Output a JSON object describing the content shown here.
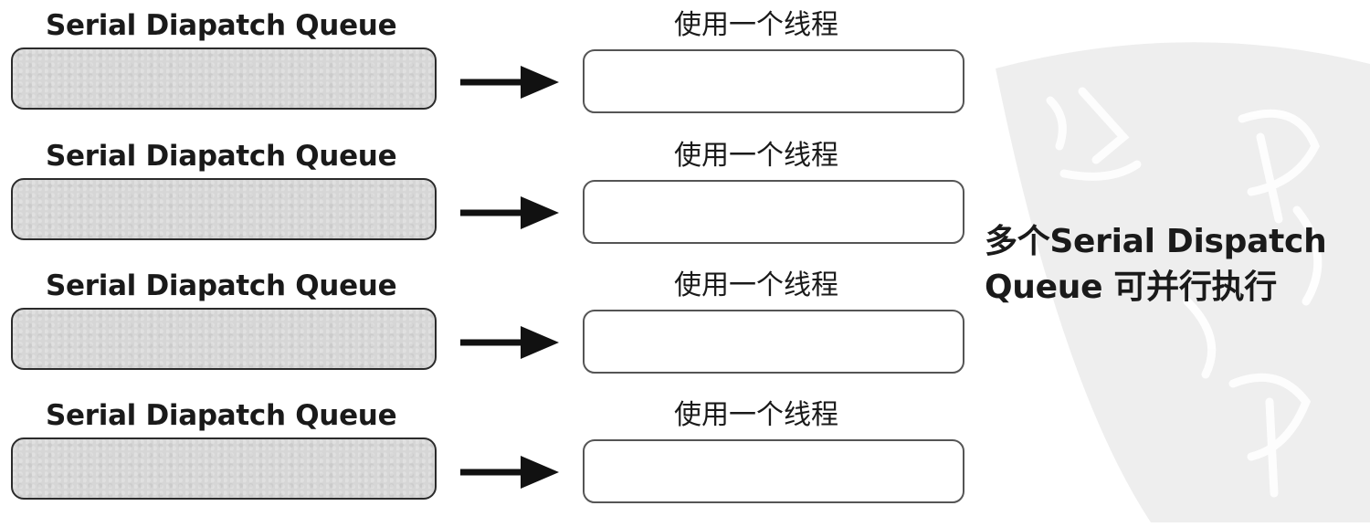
{
  "queues": [
    {
      "label": "Serial Diapatch Queue",
      "thread_label": "使用一个线程"
    },
    {
      "label": "Serial Diapatch Queue",
      "thread_label": "使用一个线程"
    },
    {
      "label": "Serial Diapatch Queue",
      "thread_label": "使用一个线程"
    },
    {
      "label": "Serial Diapatch Queue",
      "thread_label": "使用一个线程"
    }
  ],
  "summary": {
    "line1": "多个Serial Dispatch",
    "line2": "Queue 可并行执行"
  },
  "colors": {
    "queue_fill": "#d6d6d6",
    "outline": "#2b2b2b",
    "watermark": "#ededed"
  }
}
